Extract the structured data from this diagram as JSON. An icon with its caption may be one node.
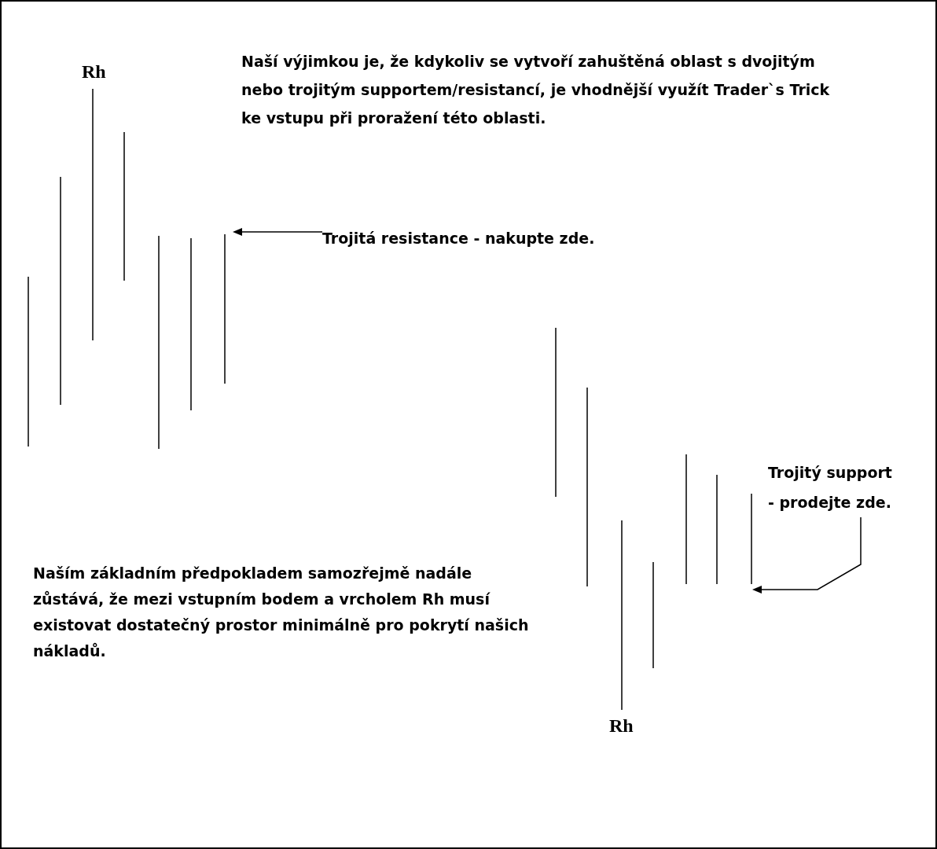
{
  "diagram": {
    "nodes": [
      {
        "text": [
          "Trojitá resistance - nakupte zde."
        ]
      },
      {
        "text": [
          "Trojitý support - prodejte zde."
        ]
      }
    ],
    "edges": [
      {
        "from": 0,
        "to": null,
        "arrow": "to"
      },
      {
        "from": 1,
        "to": null,
        "arrow": "to"
      }
    ],
    "labels": [
      "Rh",
      "Naší výjimkou je, že kdykoliv se vytvoří zahuštěná oblast s dvojitým nebo trojitým supportem/resistancí, je vhodnější využít Trader`s Trick ke vstupu při proražení této oblasti.",
      "Naším základním předpokladem samozřejmě nadále zůstává, že mezi vstupním bodem a vrcholem Rh musí existovat dostatečný prostor minimálně pro pokrytí našich nákladů.",
      "Rh"
    ]
  }
}
